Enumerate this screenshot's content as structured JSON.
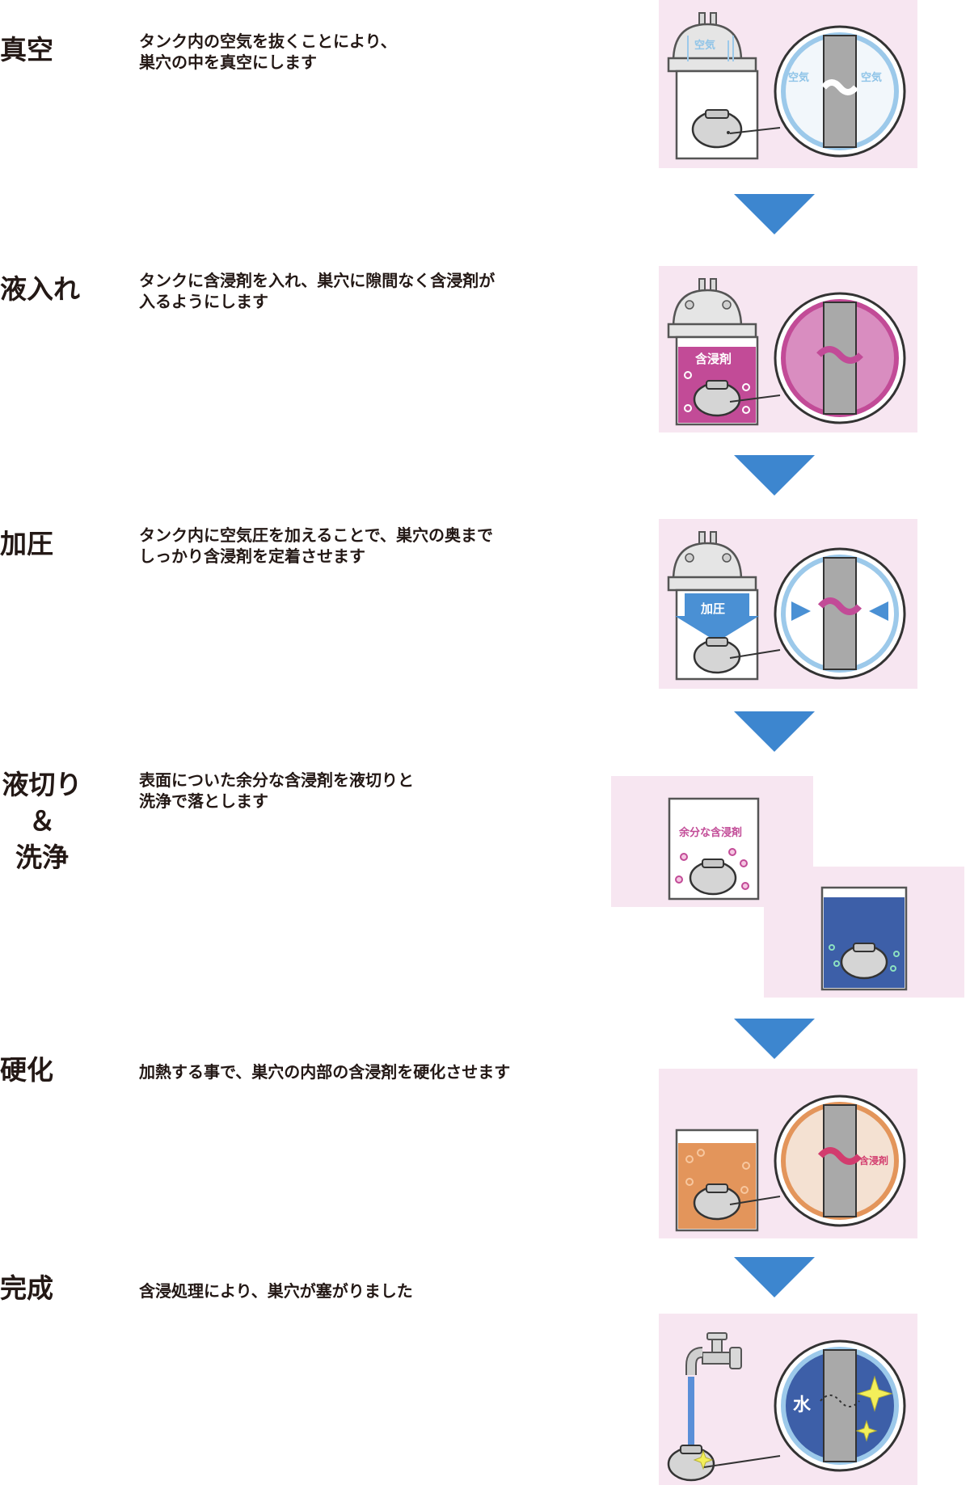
{
  "steps": [
    {
      "title": "真空",
      "description": "タンク内の空気を抜くことにより、\n巣穴の中を真空にします",
      "labels": {
        "tank": "空気",
        "zoom_left": "空気",
        "zoom_right": "空気"
      }
    },
    {
      "title": "液入れ",
      "description": "タンクに含浸剤を入れ、巣穴に隙間なく含浸剤が\n入るようにします",
      "labels": {
        "tank": "含浸剤"
      }
    },
    {
      "title": "加圧",
      "description": "タンク内に空気圧を加えることで、巣穴の奥まで\nしっかり含浸剤を定着させます",
      "labels": {
        "tank": "加圧"
      }
    },
    {
      "title_lines": [
        "液切り",
        "＆",
        "洗浄"
      ],
      "description": "表面についた余分な含浸剤を液切りと\n洗浄で落とします",
      "labels": {
        "tank": "余分な含浸剤"
      }
    },
    {
      "title": "硬化",
      "description": "加熱する事で、巣穴の内部の含浸剤を硬化させます",
      "labels": {
        "zoom": "含浸剤"
      }
    },
    {
      "title": "完成",
      "description": "含浸処理により、巣穴が塞がりました",
      "labels": {
        "zoom": "水"
      }
    }
  ],
  "colors": {
    "panel": "#f7e6f1",
    "arrow": "#3d86cf",
    "resin": "#c24b97",
    "resin_fill": "#d98dc0",
    "heat": "#e3955b",
    "water": "#3d5fa8",
    "pressure": "#4a90d4"
  }
}
